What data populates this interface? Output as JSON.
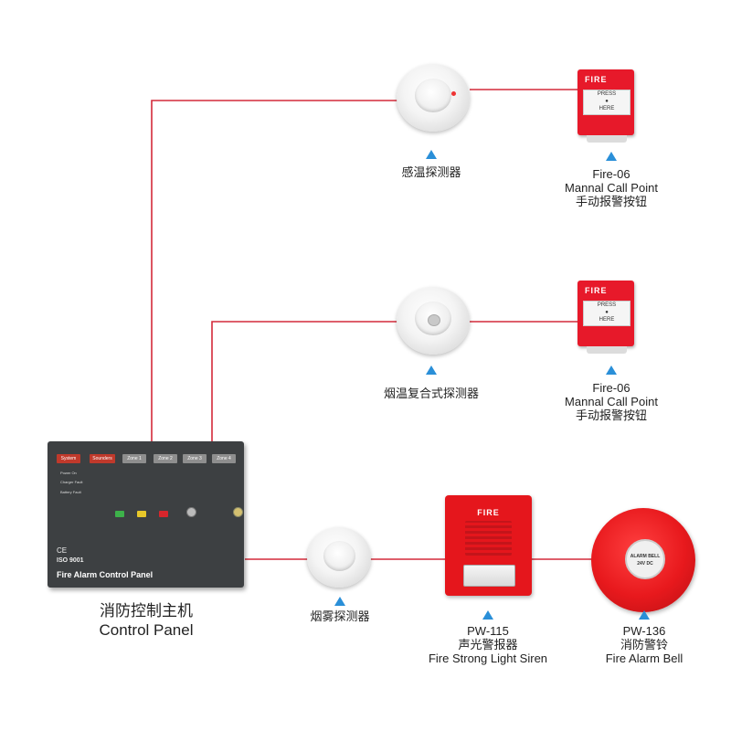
{
  "devices": {
    "heat_detector": {
      "label": "感温探测器"
    },
    "call_point_1": {
      "model": "Fire-06",
      "name_en": "Mannal Call Point",
      "name_cn": "手动报警按钮",
      "plate": "FIRE"
    },
    "smoke_heat_detector": {
      "label": "烟温复合式探测器"
    },
    "call_point_2": {
      "model": "Fire-06",
      "name_en": "Mannal Call Point",
      "name_cn": "手动报警按钮",
      "plate": "FIRE"
    },
    "smoke_detector": {
      "label": "烟雾探测器"
    },
    "siren": {
      "model": "PW-115",
      "name_cn": "声光警报器",
      "name_en": "Fire Strong Light Siren",
      "plate": "FIRE"
    },
    "bell": {
      "model": "PW-136",
      "name_cn": "消防警铃",
      "name_en": "Fire Alarm Bell",
      "face_top": "ALARM BELL",
      "face_bottom": "24V DC"
    }
  },
  "control_panel": {
    "caption_cn": "消防控制主机",
    "caption_en": "Control Panel",
    "title": "Fire Alarm Control Panel",
    "iso": "ISO 9001",
    "ce": "CE",
    "header_buttons": [
      "System",
      "Sounders",
      "Zone 1",
      "Zone 2",
      "Zone 3",
      "Zone 4"
    ],
    "status_rows": [
      "Power On",
      "Charger Fault",
      "Battery Fault"
    ]
  },
  "colors": {
    "wire": "#d42a3a",
    "arrow": "#2a8fd8",
    "device_red": "#e5161c",
    "panel": "#3d4042"
  }
}
